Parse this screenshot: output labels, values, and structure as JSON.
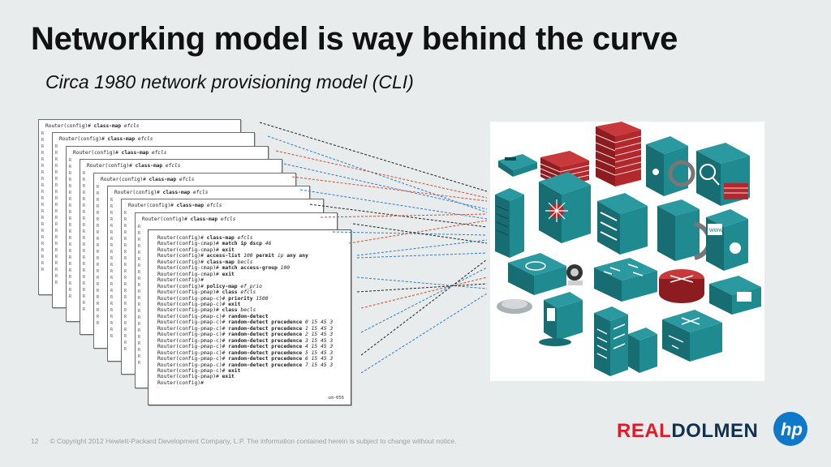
{
  "slide": {
    "title": "Networking model is way behind the curve",
    "subtitle": "Circa 1980 network provisioning model (CLI)",
    "page_number": "12",
    "copyright": "© Copyright 2012 Hewlett-Packard Development Company, L.P.  The information contained herein is subject to change without notice."
  },
  "cli": {
    "stack_header_prompt": "Router(config)#",
    "stack_header_cmd": "class-map",
    "stack_header_arg": "efcls",
    "edge_prefix": "R",
    "figure_id": "cm-056",
    "lines": [
      {
        "p": "Router(config)#",
        "k": "class-map",
        "a": "efcls"
      },
      {
        "p": "Router(config-cmap)#",
        "k": "match ip dscp",
        "a": "46"
      },
      {
        "p": "Router(config-cmap)#",
        "k": "exit",
        "a": ""
      },
      {
        "p": "Router(config)#",
        "k": "access-list",
        "a": "100",
        "k2": "permit",
        "a2": "ip",
        "k3": "any any"
      },
      {
        "p": "Router(config)#",
        "k": "class-map",
        "a": "becls"
      },
      {
        "p": "Router(config-cmap)#",
        "k": "match access-group",
        "a": "100"
      },
      {
        "p": "Router(config-cmap)#",
        "k": "exit",
        "a": ""
      },
      {
        "p": "Router(config)#",
        "k": "",
        "a": ""
      },
      {
        "p": "Router(config)#",
        "k": "policy-map",
        "a": "ef_prio"
      },
      {
        "p": "Router(config-pmap)#",
        "k": "class",
        "a": "efcls"
      },
      {
        "p": "Router(config-pmap-c)#",
        "k": "priority",
        "a": "1500"
      },
      {
        "p": "Router(config-pmap-c)#",
        "k": "exit",
        "a": ""
      },
      {
        "p": "Router(config-pmap)#",
        "k": "class",
        "a": "becls"
      },
      {
        "p": "Router(config-pmap-c)#",
        "k": "random-detect",
        "a": ""
      },
      {
        "p": "Router(config-pmap-c)#",
        "k": "random-detect precedence",
        "a": "0 15 45 3"
      },
      {
        "p": "Router(config-pmap-c)#",
        "k": "random-detect precedence",
        "a": "1 15 45 3"
      },
      {
        "p": "Router(config-pmap-c)#",
        "k": "random-detect precedence",
        "a": "2 15 45 3"
      },
      {
        "p": "Router(config-pmap-c)#",
        "k": "random-detect precedence",
        "a": "3 15 45 3"
      },
      {
        "p": "Router(config-pmap-c)#",
        "k": "random-detect precedence",
        "a": "4 15 45 3"
      },
      {
        "p": "Router(config-pmap-c)#",
        "k": "random-detect precedence",
        "a": "5 15 45 3"
      },
      {
        "p": "Router(config-pmap-c)#",
        "k": "random-detect precedence",
        "a": "6 15 45 3"
      },
      {
        "p": "Router(config-pmap-c)#",
        "k": "random-detect precedence",
        "a": "7 15 45 3"
      },
      {
        "p": "Router(config-pmap-c)#",
        "k": "exit",
        "a": ""
      },
      {
        "p": "Router(config-pmap)#",
        "k": "exit",
        "a": ""
      },
      {
        "p": "Router(config)#",
        "k": "",
        "a": ""
      }
    ]
  },
  "devices": {
    "items": [
      "ip-phone-icon",
      "firewall-icon",
      "server-icon",
      "layer3-switch-icon",
      "firewall-icon",
      "load-balancer-icon",
      "monitoring-icon",
      "access-point-icon",
      "layer2-switch-icon",
      "router-icon",
      "web-server-icon",
      "hub-icon",
      "webcam-icon",
      "conference-phone-icon",
      "workstation-icon",
      "building-icon",
      "atm-switch-icon",
      "phone-switch-icon"
    ],
    "colors": {
      "teal": "#1f8a8f",
      "teal_dark": "#145f63",
      "brick": "#b3282c",
      "router_red": "#b3282c"
    },
    "www_label": "WWW"
  },
  "connectors": {
    "colors": [
      "#222222",
      "#2b7fd1",
      "#d64b2e"
    ]
  },
  "logos": {
    "real": "REAL",
    "dolmen": "DOLMEN",
    "hp": "hp",
    "real_color": "#e11a2b",
    "dolmen_color": "#11324f",
    "hp_color": "#1078c8"
  }
}
